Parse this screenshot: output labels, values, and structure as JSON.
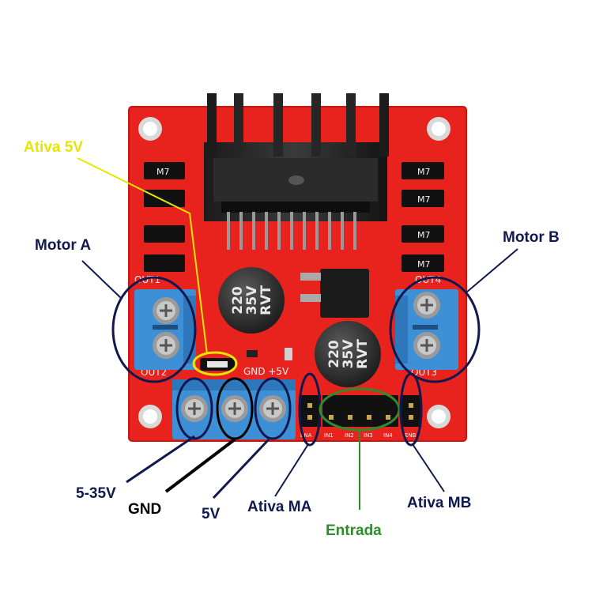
{
  "board": {
    "silkscreen": {
      "out1": "OUT1",
      "out2": "OUT2",
      "out3": "OUT3",
      "out4": "OUT4",
      "gnd_5v": "GND +5V",
      "ena": "ENA",
      "in1": "IN1",
      "in2": "IN2",
      "in3": "IN3",
      "in4": "IN4",
      "enb": "ENB"
    },
    "diode_marking": "M7",
    "capacitor_marking": [
      "220",
      "35V",
      "RVT"
    ]
  },
  "labels": {
    "ativa_5v": "Ativa 5V",
    "motor_a": "Motor A",
    "motor_b": "Motor B",
    "v5_35": "5-35V",
    "gnd": "GND",
    "v5": "5V",
    "ativa_ma": "Ativa MA",
    "entrada": "Entrada",
    "ativa_mb": "Ativa MB"
  },
  "colors": {
    "pcb": "#e8231d",
    "terminal": "#3d8fd6",
    "navy": "#10184e",
    "yellow": "#e6e600",
    "green": "#2e8b2e",
    "black": "#000000"
  }
}
